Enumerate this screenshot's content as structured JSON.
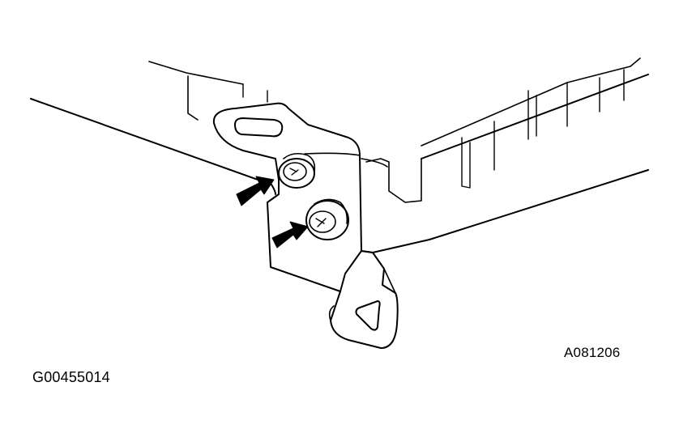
{
  "labels": {
    "figure_code": "A081206",
    "image_code": "G00455014"
  },
  "colors": {
    "line": "#000000",
    "background": "#ffffff"
  },
  "callouts": [
    {
      "name": "upper-bolt-arrow",
      "points_to": "upper-bolt"
    },
    {
      "name": "lower-bolt-arrow",
      "points_to": "lower-bolt"
    }
  ]
}
